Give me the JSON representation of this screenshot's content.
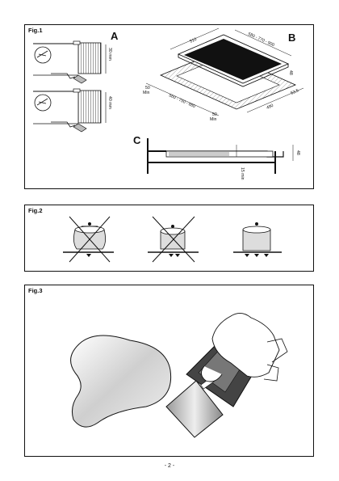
{
  "figures": {
    "fig1": {
      "label": "Fig.1",
      "letters": {
        "a": "A",
        "b": "B",
        "c": "C"
      },
      "dims_a": {
        "upper": "30 mm",
        "lower": "40 mm"
      },
      "dims_b": {
        "top_width": "510",
        "top_depth": "580 - 770 - 900",
        "cutout_width": "560 - 750 - 880",
        "cutout_depth": "490",
        "side": "53,5",
        "min_left": "50\nMin",
        "min_right": "50\nMin",
        "height": "48"
      },
      "dims_c": {
        "height": "48",
        "clearance": "15 min"
      }
    },
    "fig2": {
      "label": "Fig.2"
    },
    "fig3": {
      "label": "Fig.3"
    }
  },
  "footer": {
    "page_number": "- 2 -"
  }
}
